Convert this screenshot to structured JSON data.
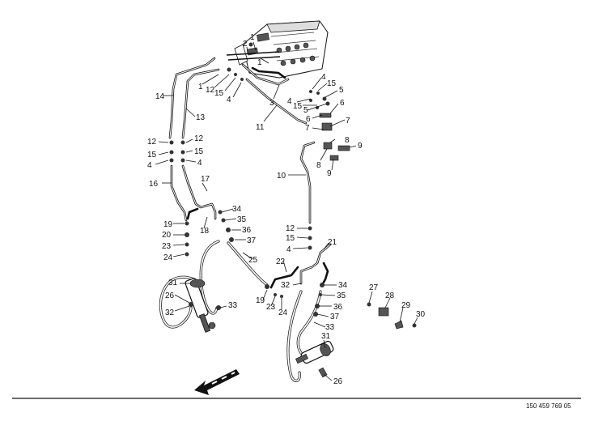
{
  "diagram": {
    "title": "Hydraulic lines exploded view",
    "document_number": "150 459 769 05",
    "callouts": {
      "c1a": "1",
      "c2": "2",
      "c1b": "1",
      "c1c": "1",
      "c3": "3",
      "c4a": "4",
      "c15a": "15",
      "c5a": "5",
      "c4b": "4",
      "c15b": "15",
      "c5b": "5",
      "c6a": "6",
      "c6b": "6",
      "c7a": "7",
      "c7b": "7",
      "c8a": "8",
      "c8b": "8",
      "c9a": "9",
      "c9b": "9",
      "c10": "10",
      "c11": "11",
      "c12a": "12",
      "c15c": "15",
      "c4c": "4",
      "c14": "14",
      "c13": "13",
      "c12b": "12",
      "c15d": "15",
      "c4d": "4",
      "c12c": "12",
      "c15e": "15",
      "c4e": "4",
      "c16": "16",
      "c17": "17",
      "c18": "18",
      "c19a": "19",
      "c20": "20",
      "c23a": "23",
      "c24a": "24",
      "c34a": "34",
      "c35a": "35",
      "c36a": "36",
      "c37a": "37",
      "c12d": "12",
      "c15f": "15",
      "c4f": "4",
      "c21": "21",
      "c22": "22",
      "c25": "25",
      "c31a": "31",
      "c26a": "26",
      "c32a": "32",
      "c33a": "33",
      "c19b": "19",
      "c23b": "23",
      "c24b": "24",
      "c32b": "32",
      "c34b": "34",
      "c35b": "35",
      "c36b": "36",
      "c37b": "37",
      "c33b": "33",
      "c31b": "31",
      "c26b": "26",
      "c27": "27",
      "c28": "28",
      "c29": "29",
      "c30": "30"
    }
  }
}
